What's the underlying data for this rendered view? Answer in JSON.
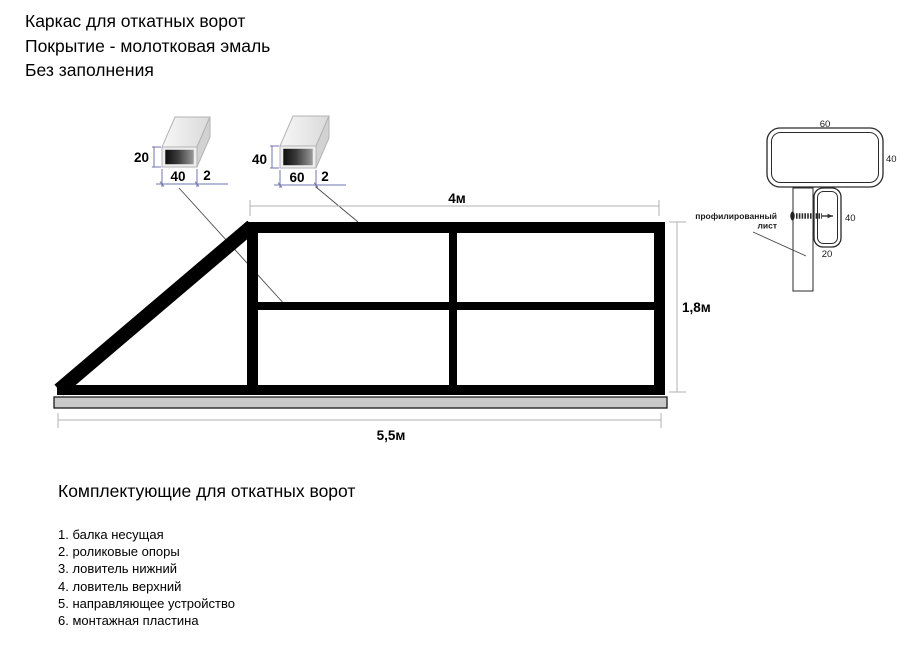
{
  "header": {
    "line1": "Каркас для откатных ворот",
    "line2": "Покрытие - молотковая эмаль",
    "line3": "Без заполнения"
  },
  "profiles": {
    "small": {
      "height": "20",
      "width": "40",
      "wall": "2"
    },
    "large": {
      "height": "40",
      "width": "60",
      "wall": "2"
    }
  },
  "frame_dims": {
    "top": "4м",
    "right": "1,8м",
    "bottom": "5,5м"
  },
  "detail": {
    "beam_width": "60",
    "beam_height": "40",
    "tube_height": "40",
    "tube_width": "20",
    "label_line1": "профилированный",
    "label_line2": "лист"
  },
  "components": {
    "heading": "Комплектующие для откатных ворот",
    "items": [
      "1. балка несущая",
      "2. роликовые опоры",
      "3. ловитель нижний",
      "4. ловитель верхний",
      "5. направляющее устройство",
      "6. монтажная пластина"
    ]
  },
  "colors": {
    "frame": "#000000",
    "beam-fill": "#c9c9c9",
    "dim-gray": "#b2b2b2",
    "dim-blue": "#7070b2",
    "detail-line": "#2a2a2a",
    "leader": "#4a4a4a"
  }
}
